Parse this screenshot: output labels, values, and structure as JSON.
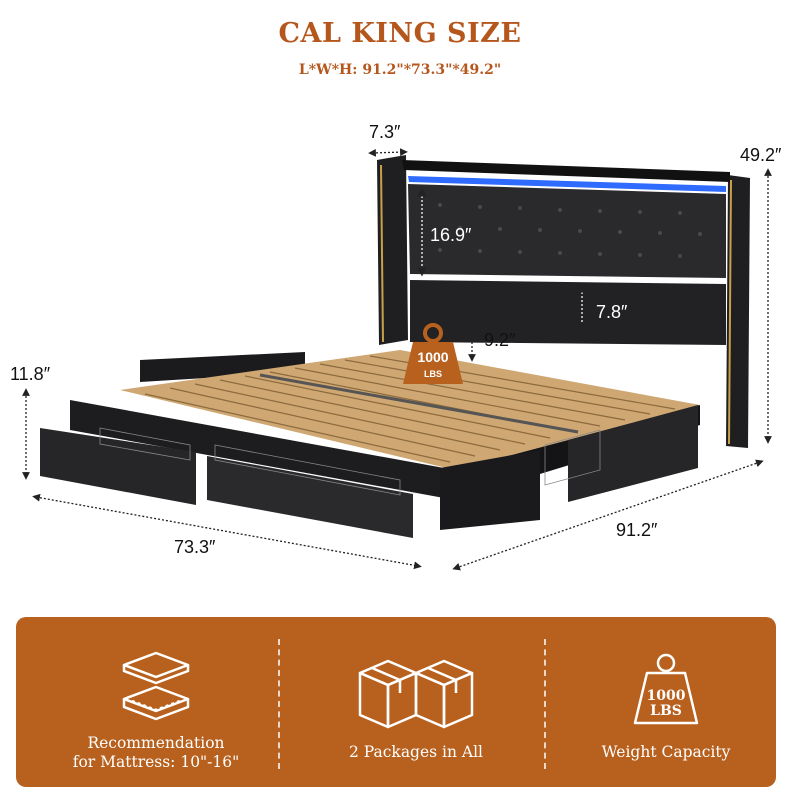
{
  "title": "CAL KING SIZE",
  "dimensions_text": "L*W*H: 91.2\"*73.3\"*49.2\"",
  "measurements": {
    "headboard_depth": "7.3″",
    "total_height": "49.2″",
    "headboard_panel": "16.9″",
    "headboard_lower": "7.8″",
    "clearance": "9.2″",
    "frame_height": "11.8″",
    "width": "73.3″",
    "length": "91.2″"
  },
  "weight_badge": {
    "value": "1000",
    "unit": "LBS"
  },
  "features": [
    {
      "line1": "Recommendation",
      "line2": "for Mattress: 10\"-16\"",
      "icon": "mattress-icon"
    },
    {
      "line1": "2 Packages in All",
      "icon": "packages-icon"
    },
    {
      "line1": "Weight Capacity",
      "icon": "weight-icon",
      "badge_value": "1000",
      "badge_unit": "LBS"
    }
  ],
  "colors": {
    "accent": "#b8611e",
    "title": "#b5571c",
    "frame": "#1d1d1f",
    "slat": "#d8b07a",
    "led": "#2f6bff",
    "gold_trim": "#c8a04a"
  }
}
